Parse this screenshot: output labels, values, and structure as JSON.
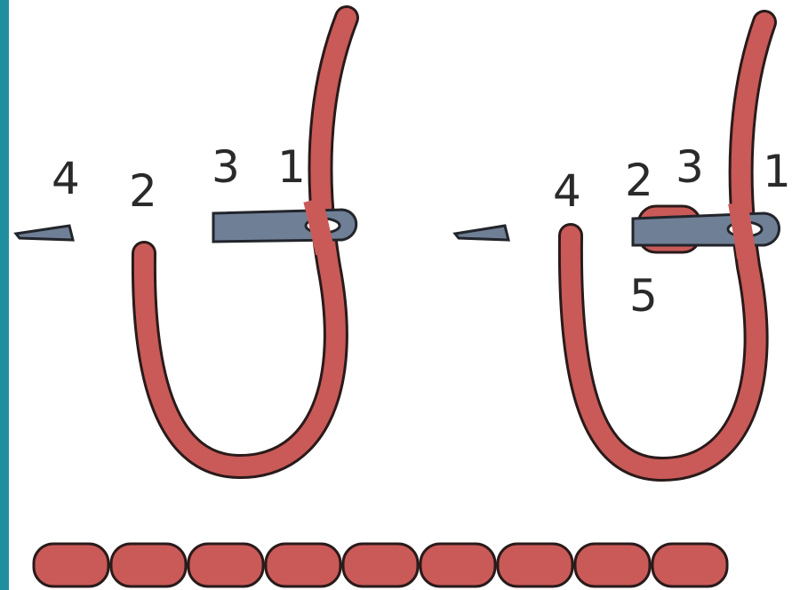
{
  "colors": {
    "frame": "#1f8fa0",
    "thread": "#c95a58",
    "thread_outline": "#2a1a1a",
    "needle": "#6f7f96",
    "needle_outline": "#22252b",
    "background": "#ffffff"
  },
  "left_step": {
    "labels": [
      "4",
      "2",
      "3",
      "1"
    ]
  },
  "right_step": {
    "labels": [
      "4",
      "2",
      "3",
      "1",
      "5"
    ]
  },
  "icons": [
    "needle-icon",
    "thread-icon",
    "stitch-row-icon"
  ]
}
